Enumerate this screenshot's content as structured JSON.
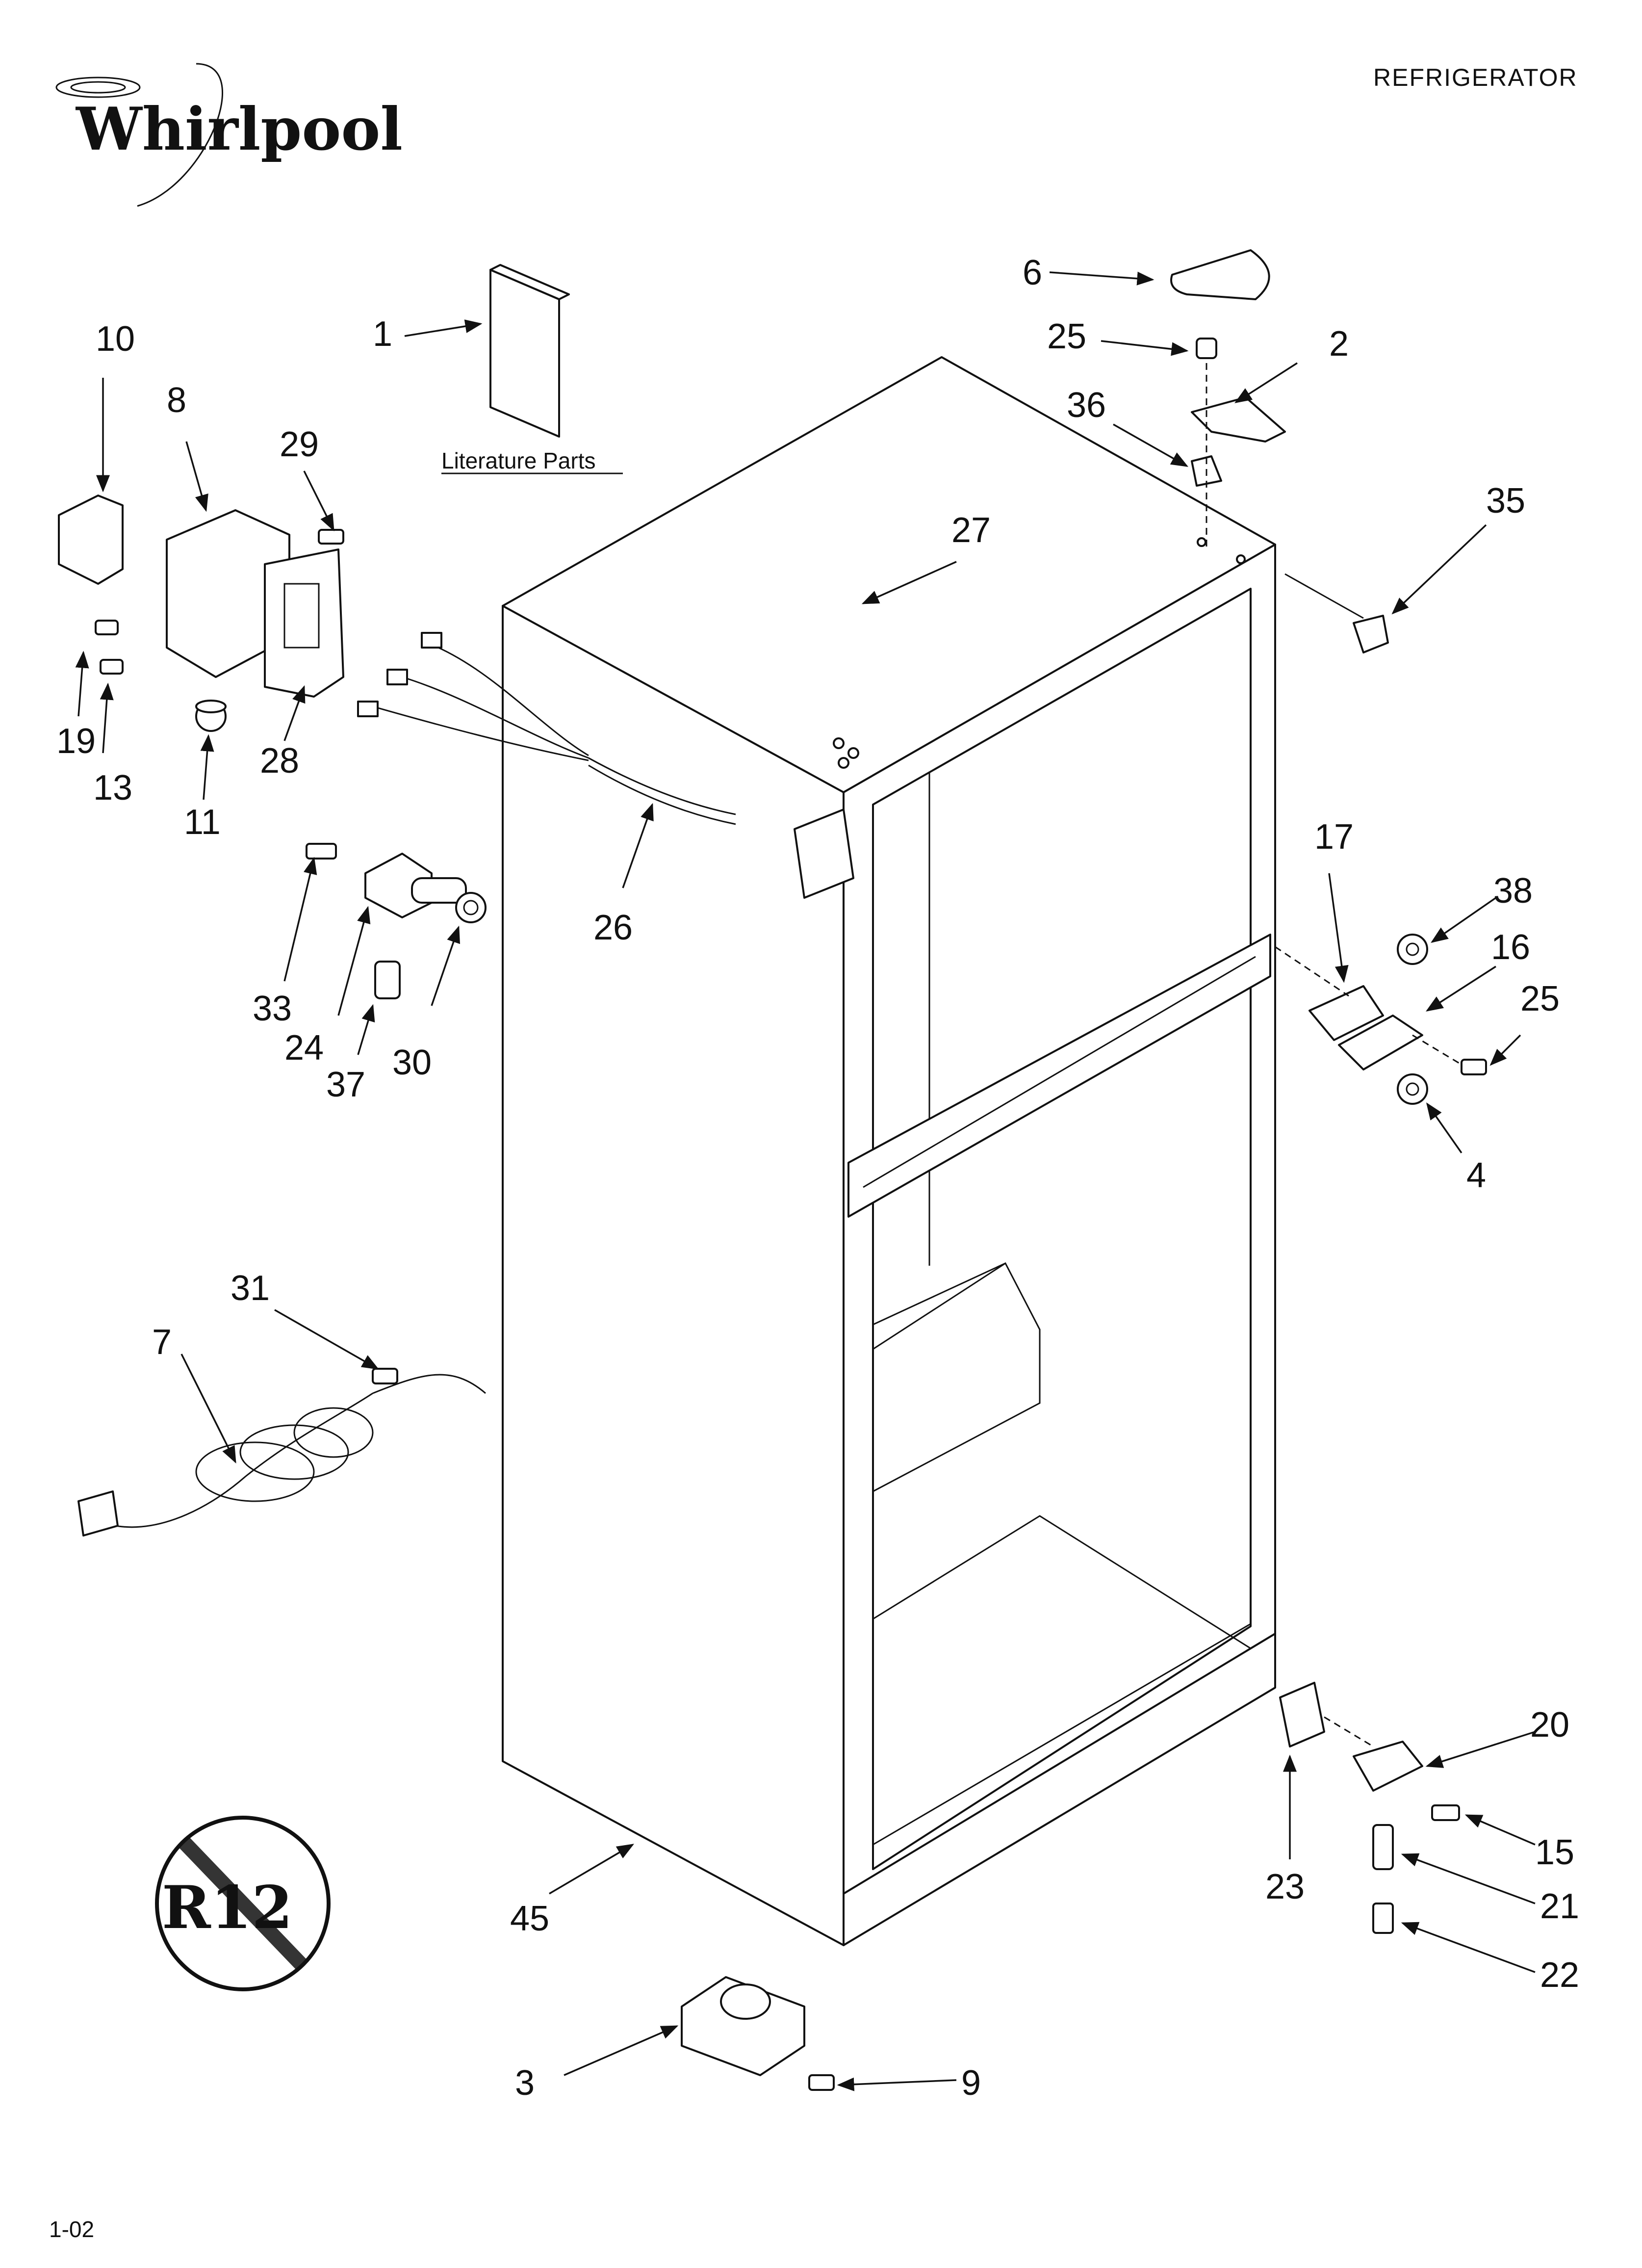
{
  "header": {
    "brand": "Whirlpool",
    "appliance": "REFRIGERATOR",
    "literature_label": "Literature Parts",
    "revision": "1-02"
  },
  "badge": {
    "text": "R12"
  },
  "callouts": [
    {
      "id": "c1",
      "label": "1"
    },
    {
      "id": "c2",
      "label": "2"
    },
    {
      "id": "c3",
      "label": "3"
    },
    {
      "id": "c4",
      "label": "4"
    },
    {
      "id": "c6",
      "label": "6"
    },
    {
      "id": "c7",
      "label": "7"
    },
    {
      "id": "c8",
      "label": "8"
    },
    {
      "id": "c9",
      "label": "9"
    },
    {
      "id": "c10",
      "label": "10"
    },
    {
      "id": "c11",
      "label": "11"
    },
    {
      "id": "c13",
      "label": "13"
    },
    {
      "id": "c15",
      "label": "15"
    },
    {
      "id": "c16",
      "label": "16"
    },
    {
      "id": "c17",
      "label": "17"
    },
    {
      "id": "c19",
      "label": "19"
    },
    {
      "id": "c20",
      "label": "20"
    },
    {
      "id": "c21",
      "label": "21"
    },
    {
      "id": "c22",
      "label": "22"
    },
    {
      "id": "c23",
      "label": "23"
    },
    {
      "id": "c24",
      "label": "24"
    },
    {
      "id": "c25a",
      "label": "25"
    },
    {
      "id": "c25b",
      "label": "25"
    },
    {
      "id": "c26",
      "label": "26"
    },
    {
      "id": "c27",
      "label": "27"
    },
    {
      "id": "c28",
      "label": "28"
    },
    {
      "id": "c29",
      "label": "29"
    },
    {
      "id": "c30",
      "label": "30"
    },
    {
      "id": "c31",
      "label": "31"
    },
    {
      "id": "c33",
      "label": "33"
    },
    {
      "id": "c35",
      "label": "35"
    },
    {
      "id": "c36",
      "label": "36"
    },
    {
      "id": "c37",
      "label": "37"
    },
    {
      "id": "c38",
      "label": "38"
    },
    {
      "id": "c45",
      "label": "45"
    }
  ]
}
